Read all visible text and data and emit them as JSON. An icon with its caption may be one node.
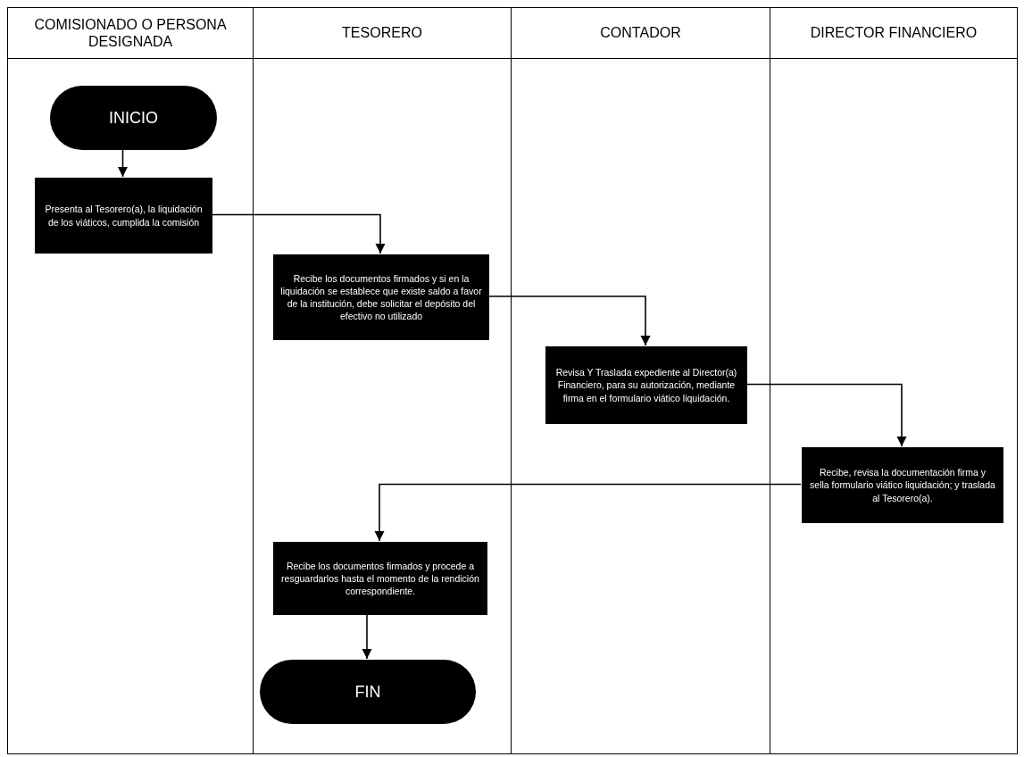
{
  "diagram": {
    "nodes": [
      {
        "text": [
          "COMISIONADO O PERSONA DESIGNADA"
        ]
      },
      {
        "text": [
          "TESORERO"
        ]
      },
      {
        "text": [
          "CONTADOR"
        ]
      },
      {
        "text": [
          "DIRECTOR FINANCIERO"
        ]
      },
      {
        "text": [
          "INICIO"
        ],
        "in": 0
      },
      {
        "text": [
          "Presenta al Tesorero(a), la liquidación de los viáticos, cumplida la comisión"
        ],
        "in": 0
      },
      {
        "text": [
          "Recibe los documentos firmados y si en la liquidación se establece que existe saldo a favor de la institución, debe solicitar el depósito del efectivo no utilizado"
        ],
        "in": 1
      },
      {
        "text": [
          "Revisa Y Traslada expediente al Director(a) Financiero, para su autorización, mediante firma en el formulario viático liquidación."
        ],
        "in": 2
      },
      {
        "text": [
          "Recibe, revisa la documentación firma y sella formulario viático liquidación; y traslada al Tesorero(a)."
        ],
        "in": 3
      },
      {
        "text": [
          "Recibe los documentos firmados y procede a resguardarlos hasta el momento de la rendición correspondiente."
        ],
        "in": 1
      },
      {
        "text": [
          "FIN"
        ],
        "in": 1
      }
    ],
    "edges": [
      {
        "from": 4,
        "to": 5,
        "arrow": "to"
      },
      {
        "from": 5,
        "to": 6,
        "arrow": "to"
      },
      {
        "from": 6,
        "to": 7,
        "arrow": "to"
      },
      {
        "from": 7,
        "to": 8,
        "arrow": "to"
      },
      {
        "from": 8,
        "to": 9,
        "arrow": "to"
      },
      {
        "from": 9,
        "to": 10,
        "arrow": "to"
      }
    ]
  }
}
